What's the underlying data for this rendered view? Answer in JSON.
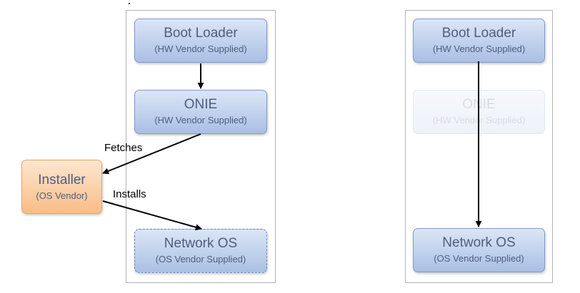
{
  "left_diagram": {
    "boot_loader": {
      "title": "Boot Loader",
      "subtitle": "(HW Vendor Supplied)"
    },
    "onie": {
      "title": "ONIE",
      "subtitle": "(HW Vendor Supplied)"
    },
    "network_os": {
      "title": "Network OS",
      "subtitle": "(OS Vendor Supplied)"
    },
    "installer": {
      "title": "Installer",
      "subtitle": "(OS Vendor)"
    },
    "fetches_label": "Fetches",
    "installs_label": "Installs"
  },
  "right_diagram": {
    "boot_loader": {
      "title": "Boot Loader",
      "subtitle": "(HW Vendor Supplied)"
    },
    "onie": {
      "title": "ONIE",
      "subtitle": "(HW Vendor Supplied)"
    },
    "network_os": {
      "title": "Network OS",
      "subtitle": "(OS Vendor Supplied)"
    }
  },
  "colors": {
    "box_blue": "#c4d5ee",
    "box_orange": "#fbd2ac",
    "text_blue": "#4f5d80",
    "arrow": "#000000",
    "panel_border": "#b3b3b3"
  }
}
